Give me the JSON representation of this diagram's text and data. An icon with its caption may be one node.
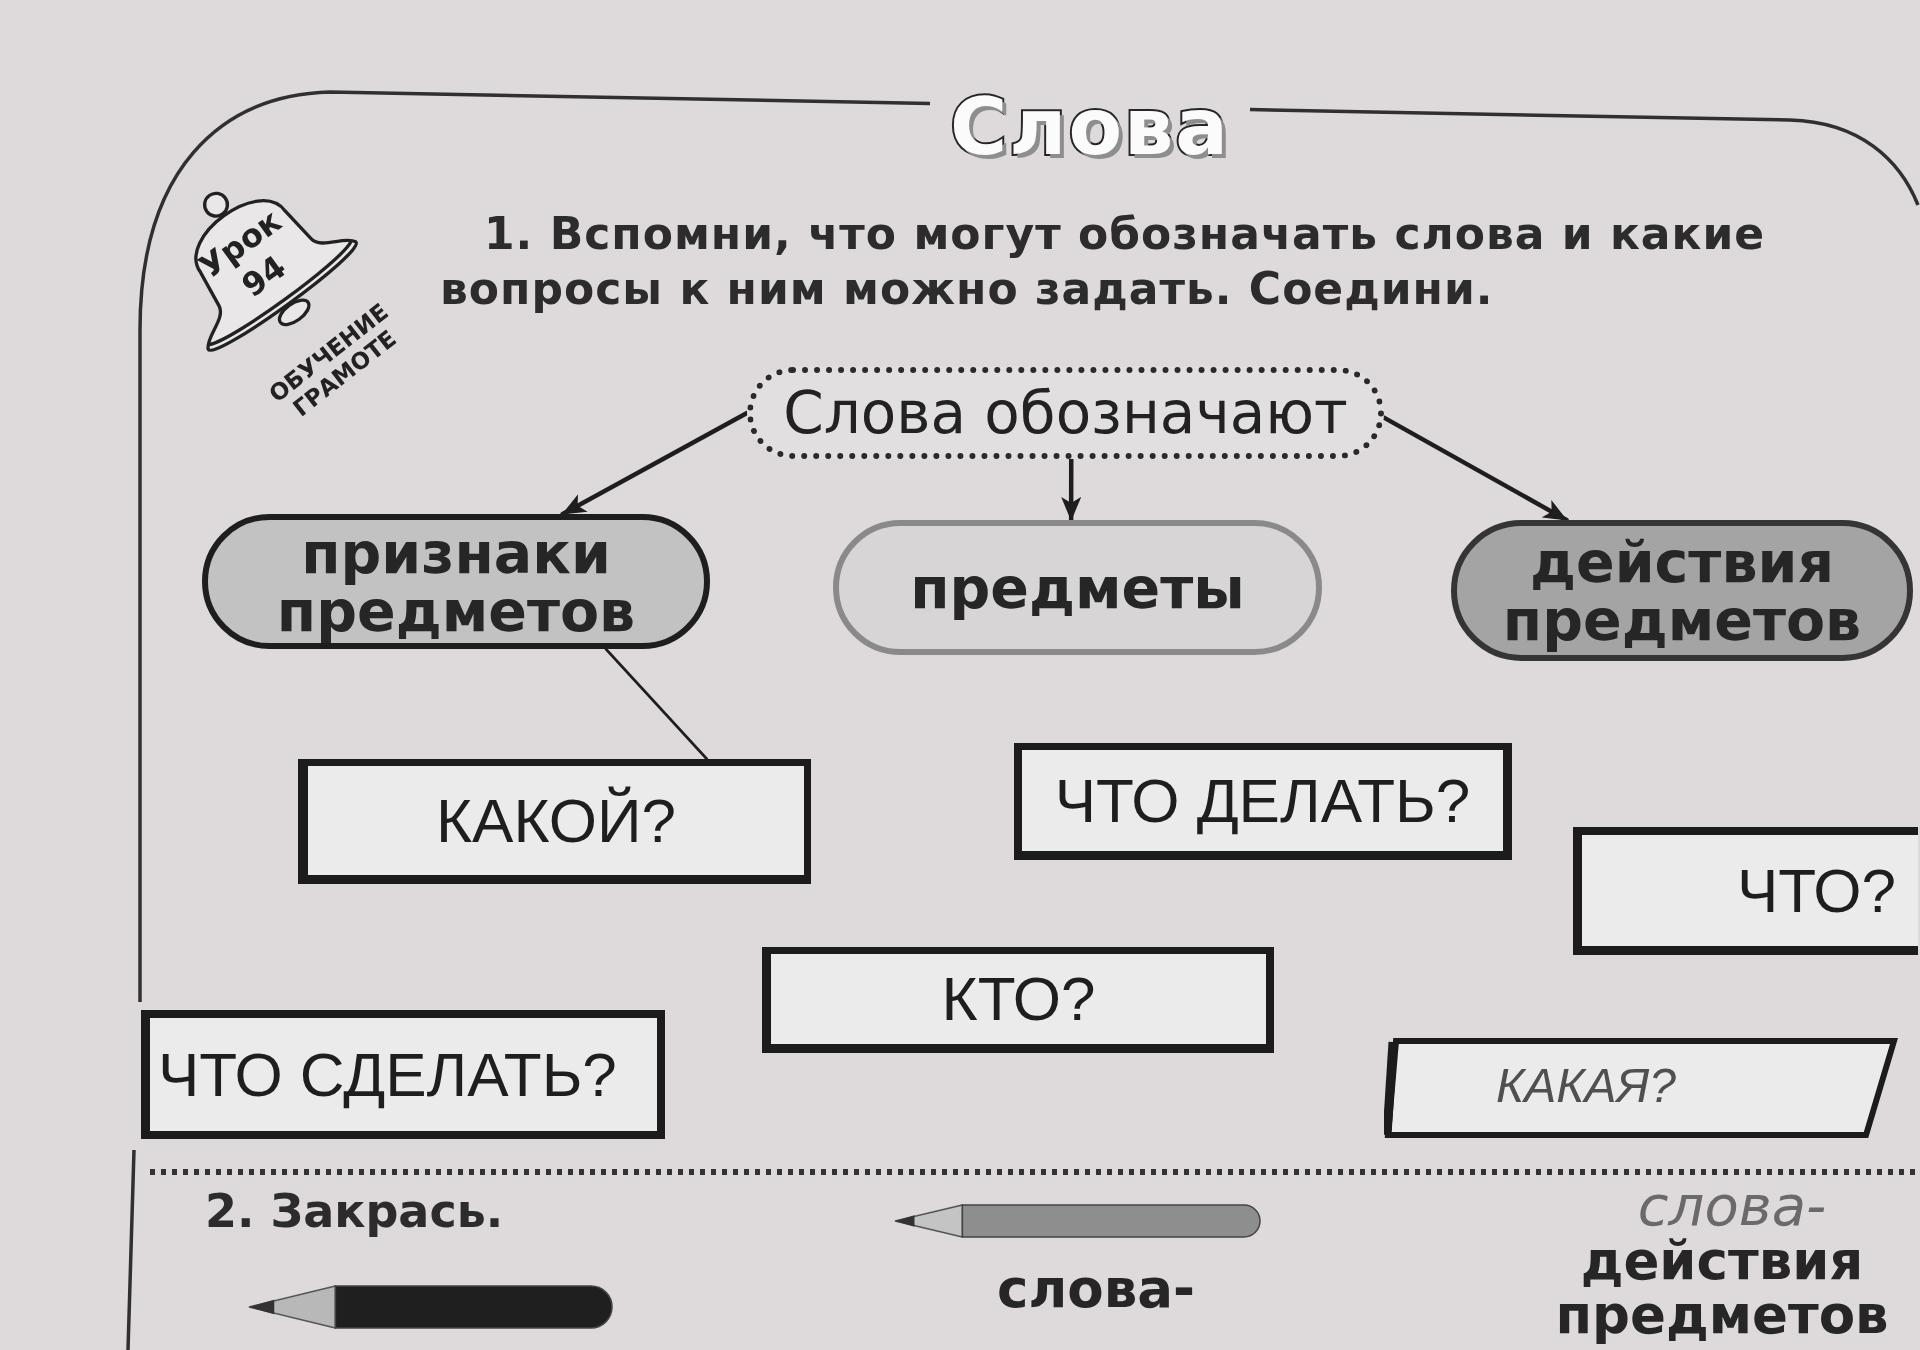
{
  "diagram": {
    "title": "Слова",
    "nodes": [
      {
        "text": [
          "Урок 94",
          "ОБУЧЕНИЕ ГРАМОТЕ"
        ]
      },
      {
        "text": [
          "Слова обозначают"
        ]
      },
      {
        "text": [
          "признаки предметов"
        ]
      },
      {
        "text": [
          "предметы"
        ]
      },
      {
        "text": [
          "действия предметов"
        ]
      },
      {
        "text": [
          "КАКОЙ?"
        ]
      },
      {
        "text": [
          "ЧТО ДЕЛАТЬ?"
        ]
      },
      {
        "text": [
          "ЧТО?"
        ]
      },
      {
        "text": [
          "КТО?"
        ]
      },
      {
        "text": [
          "ЧТО СДЕЛАТЬ?"
        ]
      },
      {
        "text": [
          "КАКАЯ?"
        ]
      }
    ],
    "edges": [
      {
        "from": 1,
        "to": 2,
        "arrow": "to"
      },
      {
        "from": 1,
        "to": 3,
        "arrow": "to"
      },
      {
        "from": 1,
        "to": 4,
        "arrow": "to"
      },
      {
        "from": 2,
        "to": 5,
        "arrow": "none"
      }
    ],
    "labels": [
      "1. Вспомни, что могут обозначать слова и какие вопросы к ним можно задать. Соедини.",
      "2. Закрась.",
      "слова-",
      "действия предметов",
      "слова-"
    ]
  }
}
